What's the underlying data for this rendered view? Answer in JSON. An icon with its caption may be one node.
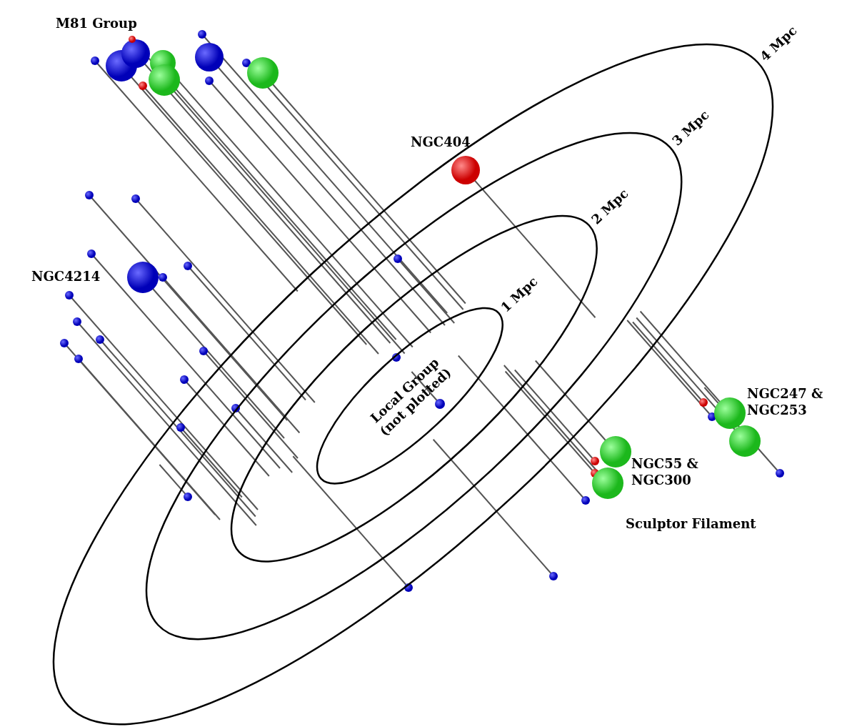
{
  "diagram": {
    "nodes": [
      {
        "text": [],
        "shape": "ellipse",
        "beside": [
          "4 Mpc"
        ]
      },
      {
        "text": [],
        "shape": "ellipse",
        "in": 0,
        "beside": [
          "3 Mpc"
        ]
      },
      {
        "text": [],
        "shape": "ellipse",
        "in": 1,
        "beside": [
          "2 Mpc"
        ]
      },
      {
        "text": [
          "Local Group (not plotted)"
        ],
        "in": 2,
        "beside": [
          "1 Mpc"
        ]
      }
    ],
    "labels": [
      "M81 Group",
      "NGC404",
      "NGC4214",
      "NGC247 & NGC253",
      "NGC55 & NGC300",
      "Sculptor Filament"
    ]
  }
}
